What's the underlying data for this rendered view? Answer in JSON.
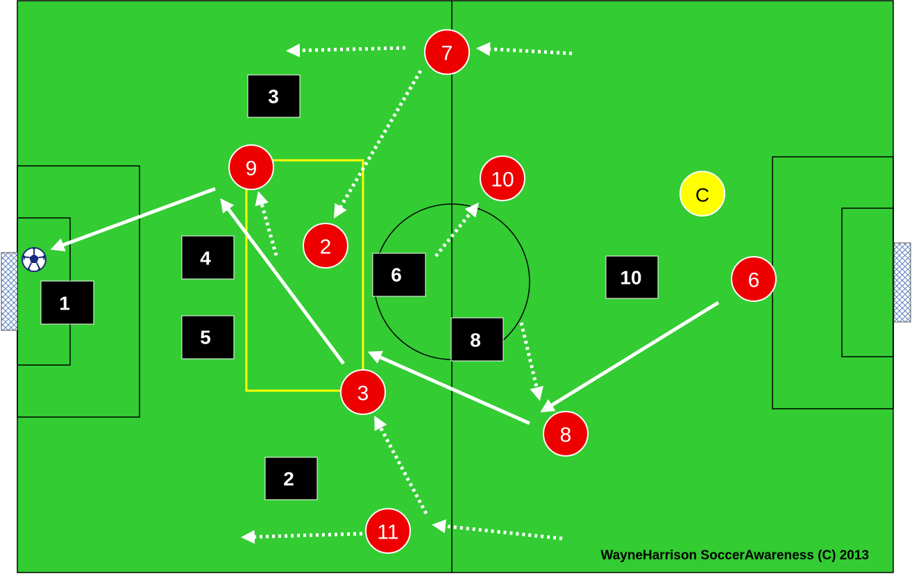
{
  "colors": {
    "pitch": "#33cc33",
    "lines": "#000000",
    "attacker": "#ee0000",
    "defender": "#000000",
    "coach": "#ffff00",
    "zone": "#ffff00",
    "movement": "#ffffff"
  },
  "red_players": [
    {
      "number": "7"
    },
    {
      "number": "9"
    },
    {
      "number": "2"
    },
    {
      "number": "10"
    },
    {
      "number": "6"
    },
    {
      "number": "3"
    },
    {
      "number": "8"
    },
    {
      "number": "11"
    }
  ],
  "black_players": [
    {
      "number": "3"
    },
    {
      "number": "4"
    },
    {
      "number": "5"
    },
    {
      "number": "1"
    },
    {
      "number": "6"
    },
    {
      "number": "8"
    },
    {
      "number": "10"
    },
    {
      "number": "2"
    }
  ],
  "coach": {
    "label": "C"
  },
  "ball": {
    "icon": "soccer-ball-icon"
  },
  "credit": "WayneHarrison SoccerAwareness (C) 2013"
}
